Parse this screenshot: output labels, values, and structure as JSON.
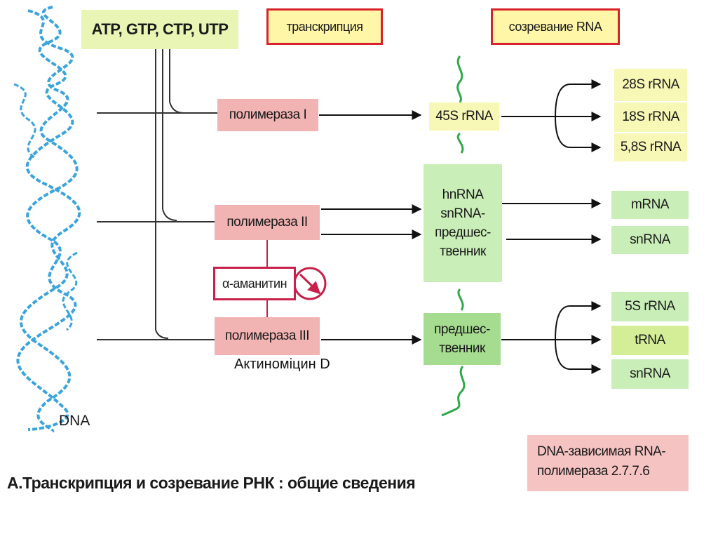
{
  "nucleotides": "ATP, GTP, CTP, UTP",
  "headers": {
    "transcription": "транскрипция",
    "maturation": "созревание RNA"
  },
  "polymerases": {
    "p1": "полимераза I",
    "p2": "полимераза II",
    "p3": "полимераза III"
  },
  "inhibitors": {
    "amanitin": "α-аманитин",
    "actinomycin": "Актиноміцин D"
  },
  "precursors": {
    "p45s": "45S rRNA",
    "hn_lines": [
      "hnRNA",
      "snRNA-",
      "предшес-",
      "твенник"
    ],
    "pre3_lines": [
      "предшес-",
      "твенник"
    ]
  },
  "products": {
    "r28s": "28S rRNA",
    "r18s": "18S rRNA",
    "r58s": "5,8S rRNA",
    "mrna": "mRNA",
    "snrna2": "snRNA",
    "r5s": "5S rRNA",
    "trna": "tRNA",
    "snrna3": "snRNA"
  },
  "dna_label": "DNA",
  "enzyme_lines": [
    "DNA-зависимая RNA-",
    "полимераза 2.7.7.6"
  ],
  "caption": "А.Транскрипция и созревание  РНК : общие сведения",
  "colors": {
    "dna_helix": "#3aa4dc",
    "header_border": "#d8232a",
    "polymerase_fill": "#f2b3b3",
    "precursor_green": "#c9eeb7",
    "wavy_green": "#2fa84a",
    "amanitin_border": "#c8204a"
  }
}
